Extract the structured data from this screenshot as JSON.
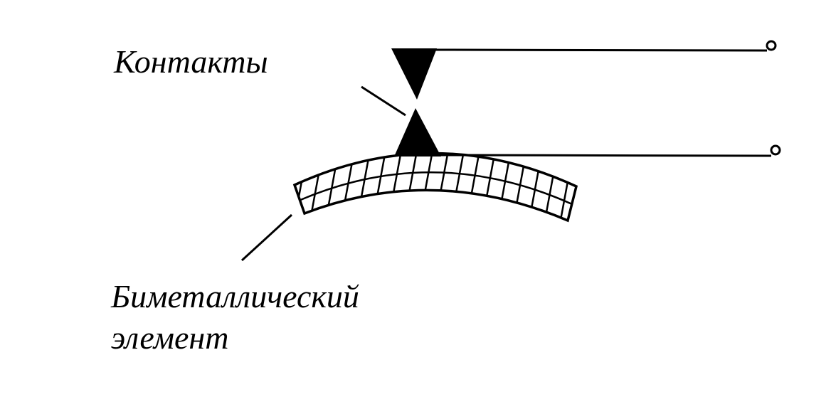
{
  "labels": {
    "contacts": "Контакты",
    "bimetal_line1": "Биметаллический",
    "bimetal_line2": "элемент"
  },
  "colors": {
    "ink": "#000000",
    "background": "#ffffff"
  }
}
